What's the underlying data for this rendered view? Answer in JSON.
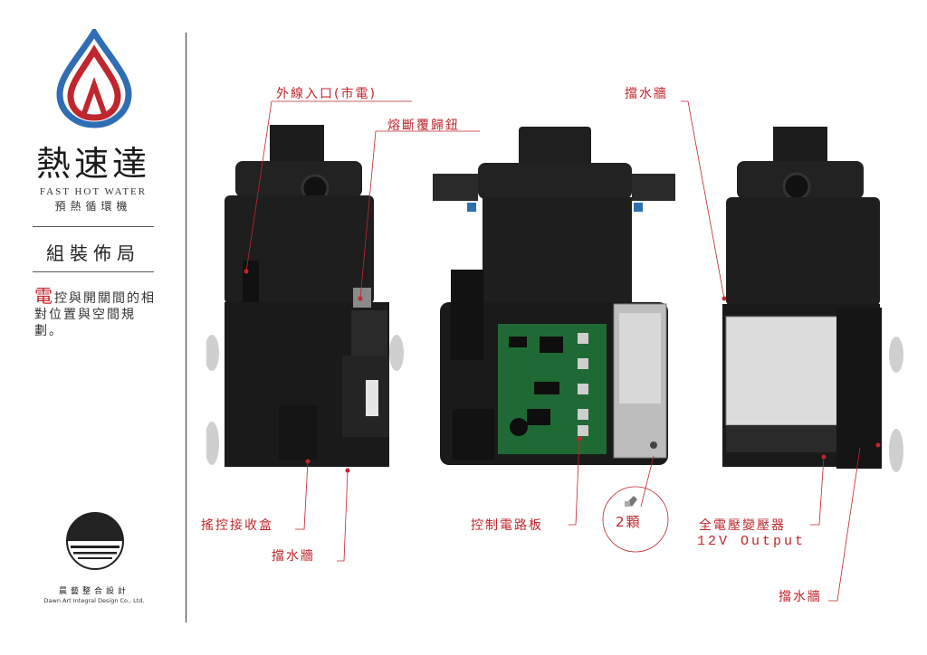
{
  "brand": {
    "title": "熱速達",
    "name_en": "FAST HOT WATER",
    "name_cn": "預熱循環機"
  },
  "section_title": "組裝佈局",
  "description": {
    "first_char": "電",
    "rest": "控與開關間的相對位置與空間規劃。"
  },
  "company": {
    "name_cn": "晨藝整合設計",
    "name_en": "Dawn Art Integral Design Co., Ltd."
  },
  "labels": {
    "power_inlet": "外線入口(市電)",
    "fuse_reset": "熔斷覆歸鈕",
    "water_wall_top": "擋水牆",
    "remote_receiver": "搖控接收盒",
    "water_wall_left": "擋水牆",
    "control_board": "控制電路板",
    "screw_count": "2顆",
    "transformer": "全電壓變壓器",
    "output": "12V Output",
    "water_wall_right": "擋水牆"
  },
  "colors": {
    "accent_red": "#c0262d",
    "logo_blue": "#2f6db5",
    "pcb_green": "#1f6a34",
    "housing": "#1c1c1c"
  }
}
